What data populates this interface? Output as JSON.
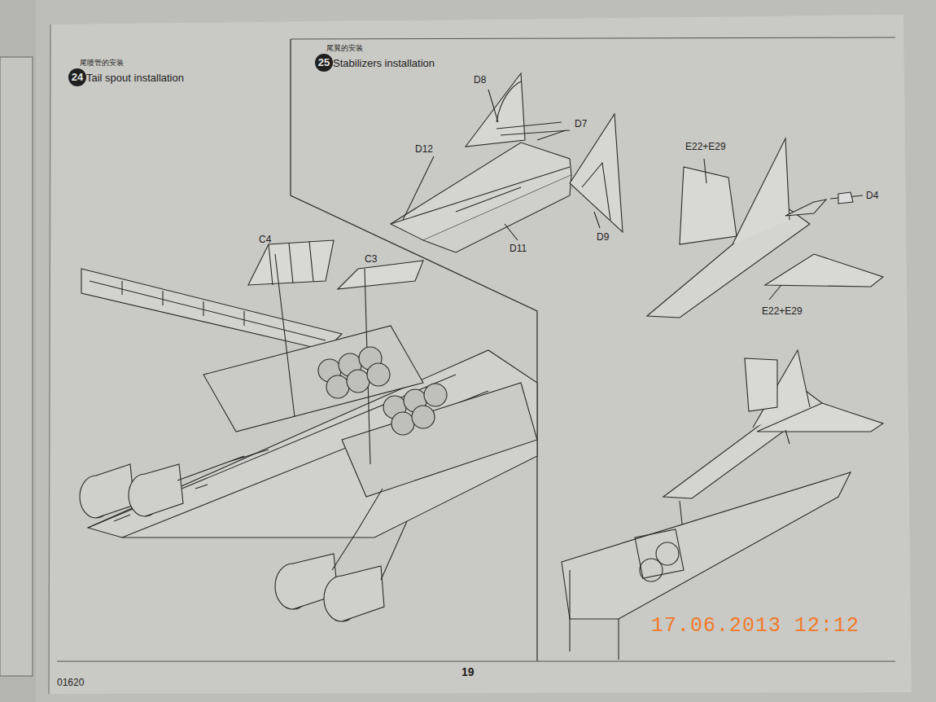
{
  "diagram": {
    "nodes": [
      {
        "text": [
          "24",
          "尾喷管的安装",
          "Tail spout installation"
        ]
      },
      {
        "text": [
          "25",
          "尾翼的安装",
          "Stabilizers installation"
        ]
      }
    ],
    "edges": [],
    "labels": [
      "D8",
      "D7",
      "D12",
      "D11",
      "D9",
      "E22+E29",
      "D4",
      "E22+E29",
      "C4",
      "C3",
      "19",
      "01620",
      "17.06.2013 12:12"
    ]
  }
}
